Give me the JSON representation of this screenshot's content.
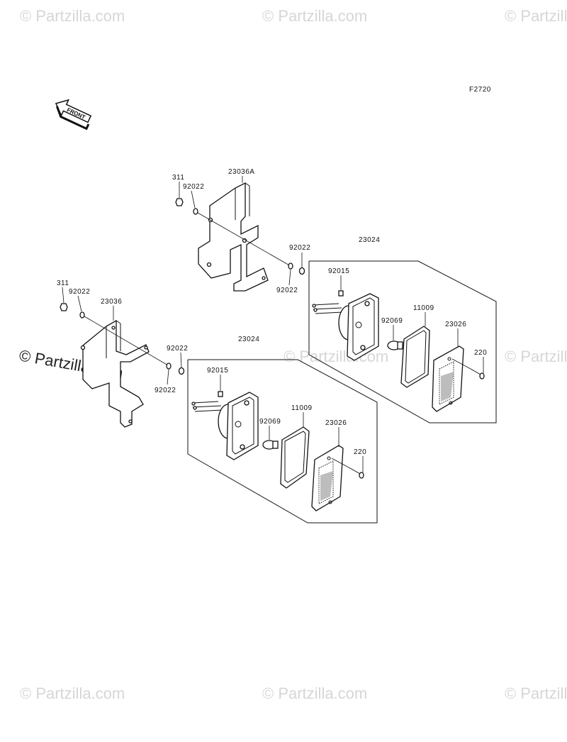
{
  "figure_code": "F2720",
  "front_arrow_label": "FRONT",
  "watermark": "© Partzilla.com",
  "labels": {
    "nut_upper": "311",
    "washer_upper_a": "92022",
    "bracket_upper": "23036A",
    "washer_upper_b": "92022",
    "washer_upper_c": "92022",
    "assembly_upper": "23024",
    "clip_upper": "92015",
    "gasket_upper": "11009",
    "bulb_upper": "92069",
    "lens_upper": "23026",
    "screw_upper": "220",
    "nut_lower": "311",
    "washer_lower_a": "92022",
    "bracket_lower": "23036",
    "washer_lower_b": "92022",
    "washer_lower_c": "92022",
    "assembly_lower": "23024",
    "clip_lower": "92015",
    "gasket_lower": "11009",
    "bulb_lower": "92069",
    "lens_lower": "23026",
    "screw_lower": "220"
  }
}
